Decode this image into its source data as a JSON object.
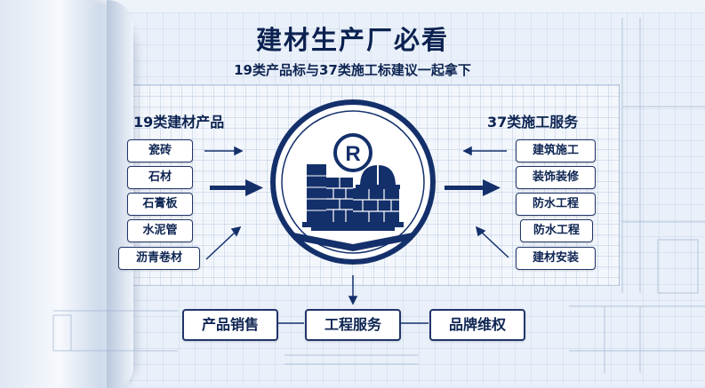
{
  "title": "建材生产厂必看",
  "subtitle": "19类产品标与37类施工标建议一起拿下",
  "left_panel": {
    "heading": "19类建材产品",
    "items": [
      "瓷砖",
      "石材",
      "石膏板",
      "水泥管",
      "沥青卷材"
    ]
  },
  "right_panel": {
    "heading": "37类施工服务",
    "items": [
      "建筑施工",
      "装饰装修",
      "防水工程",
      "防水工程",
      "建材安装"
    ]
  },
  "bottom": {
    "items": [
      "产品销售",
      "工程服务",
      "品牌维权"
    ]
  },
  "emblem": {
    "symbol": "R",
    "icon": "registered-trademark-building-icon"
  },
  "colors": {
    "navy": "#14306b",
    "paper": "#e9f0f9"
  }
}
